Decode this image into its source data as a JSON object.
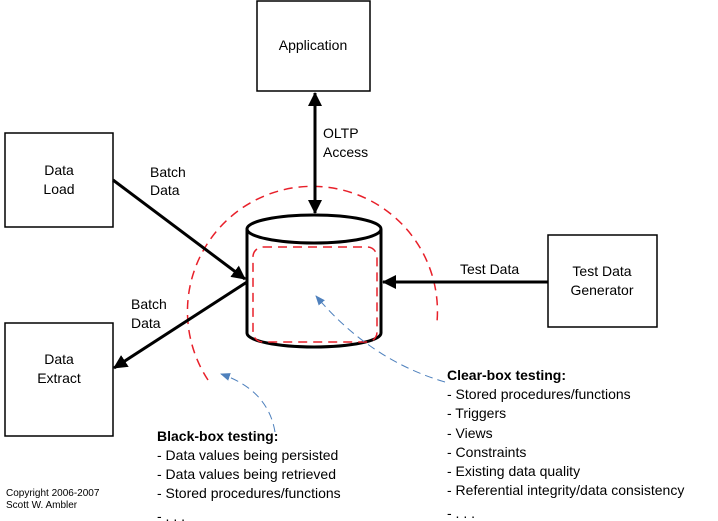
{
  "nodes": {
    "application": {
      "line1": "Application"
    },
    "data_load": {
      "line1": "Data",
      "line2": "Load"
    },
    "data_extract": {
      "line1": "Data",
      "line2": "Extract"
    },
    "test_data_generator": {
      "line1": "Test Data",
      "line2": "Generator"
    }
  },
  "edges": {
    "oltp": {
      "line1": "OLTP",
      "line2": "Access"
    },
    "batch_in": {
      "line1": "Batch",
      "line2": "Data"
    },
    "batch_out": {
      "line1": "Batch",
      "line2": "Data"
    },
    "test_data": {
      "line1": "Test Data"
    }
  },
  "clear_box": {
    "title": "Clear-box testing:",
    "items": [
      "- Stored procedures/functions",
      "- Triggers",
      "- Views",
      "- Constraints",
      "- Existing data quality",
      "- Referential integrity/data consistency",
      "- . . ."
    ]
  },
  "black_box": {
    "title": "Black-box testing:",
    "items": [
      "- Data values being persisted",
      "- Data values being retrieved",
      "- Stored procedures/functions",
      "- . . ."
    ]
  },
  "copyright": {
    "line1": "Copyright 2006-2007",
    "line2": "Scott W. Ambler"
  },
  "colors": {
    "boundary": "#e8202a",
    "pointer": "#4f81bd",
    "line": "#000000"
  }
}
